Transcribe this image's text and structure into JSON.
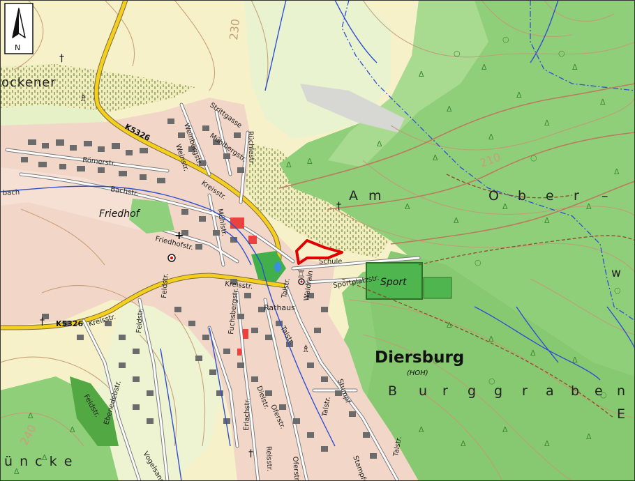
{
  "north_arrow": {
    "letter": "N"
  },
  "places": {
    "town": "Diersburg",
    "town_code": "(HOH)",
    "cemetery": "Friedhof",
    "town_hall": "Rathaus",
    "sport": "Sport"
  },
  "field_names": {
    "am_ober": [
      "A",
      "m",
      "O",
      "b",
      "e",
      "r",
      "–"
    ],
    "burggraben": [
      "B",
      "u",
      "r",
      "g",
      "g",
      "r",
      "a",
      "b",
      "e",
      "n"
    ],
    "edge_left_top": "ockener",
    "edge_bottom": "ü n c k e",
    "edge_right_e": "E",
    "edge_right_w": "w"
  },
  "roads": {
    "k5326_north": "K5326",
    "k5326_south": "K5326"
  },
  "contours": {
    "c230": "230",
    "c240": "240",
    "c210": "210"
  },
  "streets": {
    "roemerstr": "Römerstr.",
    "bachstr": "Bachstr.",
    "bach": "bach",
    "friedhofstr": "Friedhofstr.",
    "kreisstr_1": "Kreisstr.",
    "kreisstr_2": "Kreisstr.",
    "kreisstr_3": "Kreisstr.",
    "weinbergstr": "Weinbergstr.",
    "weinstr": "Weinstr.",
    "muehlbergstr": "Mühlbergstr.",
    "ruechlestr": "Rüchlestr.",
    "strittgasse": "Strittgasse",
    "muehlstr": "Mühlstr.",
    "talstr_1": "Talstr.",
    "talstr_2": "Talstr.",
    "talstr_3": "Talstr.",
    "waldrain": "Waldrain",
    "sportplatzstr": "Sportplatzstr.",
    "schule": "Schule",
    "feldstr_1": "Feldstr.",
    "feldstr_2": "Feldstr.",
    "feldstr_3": "Feldstr.",
    "fuchsbergstr": "Fuchsbergstr.",
    "ebenedebstr": "Ebenedebstr.",
    "erlachstr": "Erlachstr.",
    "dielstr": "Dielstr.",
    "oferstr": "Oferstr.",
    "oferstr2": "Oferstr.",
    "reisstr": "Reisstr.",
    "stampfe": "Stampfe",
    "vogelsang": "Vogelsang",
    "talstr_4": "Talstr.",
    "stumpf": "Stumpf"
  },
  "colors": {
    "forest": "#8fcf7a",
    "forest_dark": "#78bf63",
    "meadow": "#f7f1c9",
    "settlement": "#f2d7c8",
    "main_road": "#f5cf1e",
    "boundary": "#2f4fd0",
    "marker": "#e00000"
  }
}
